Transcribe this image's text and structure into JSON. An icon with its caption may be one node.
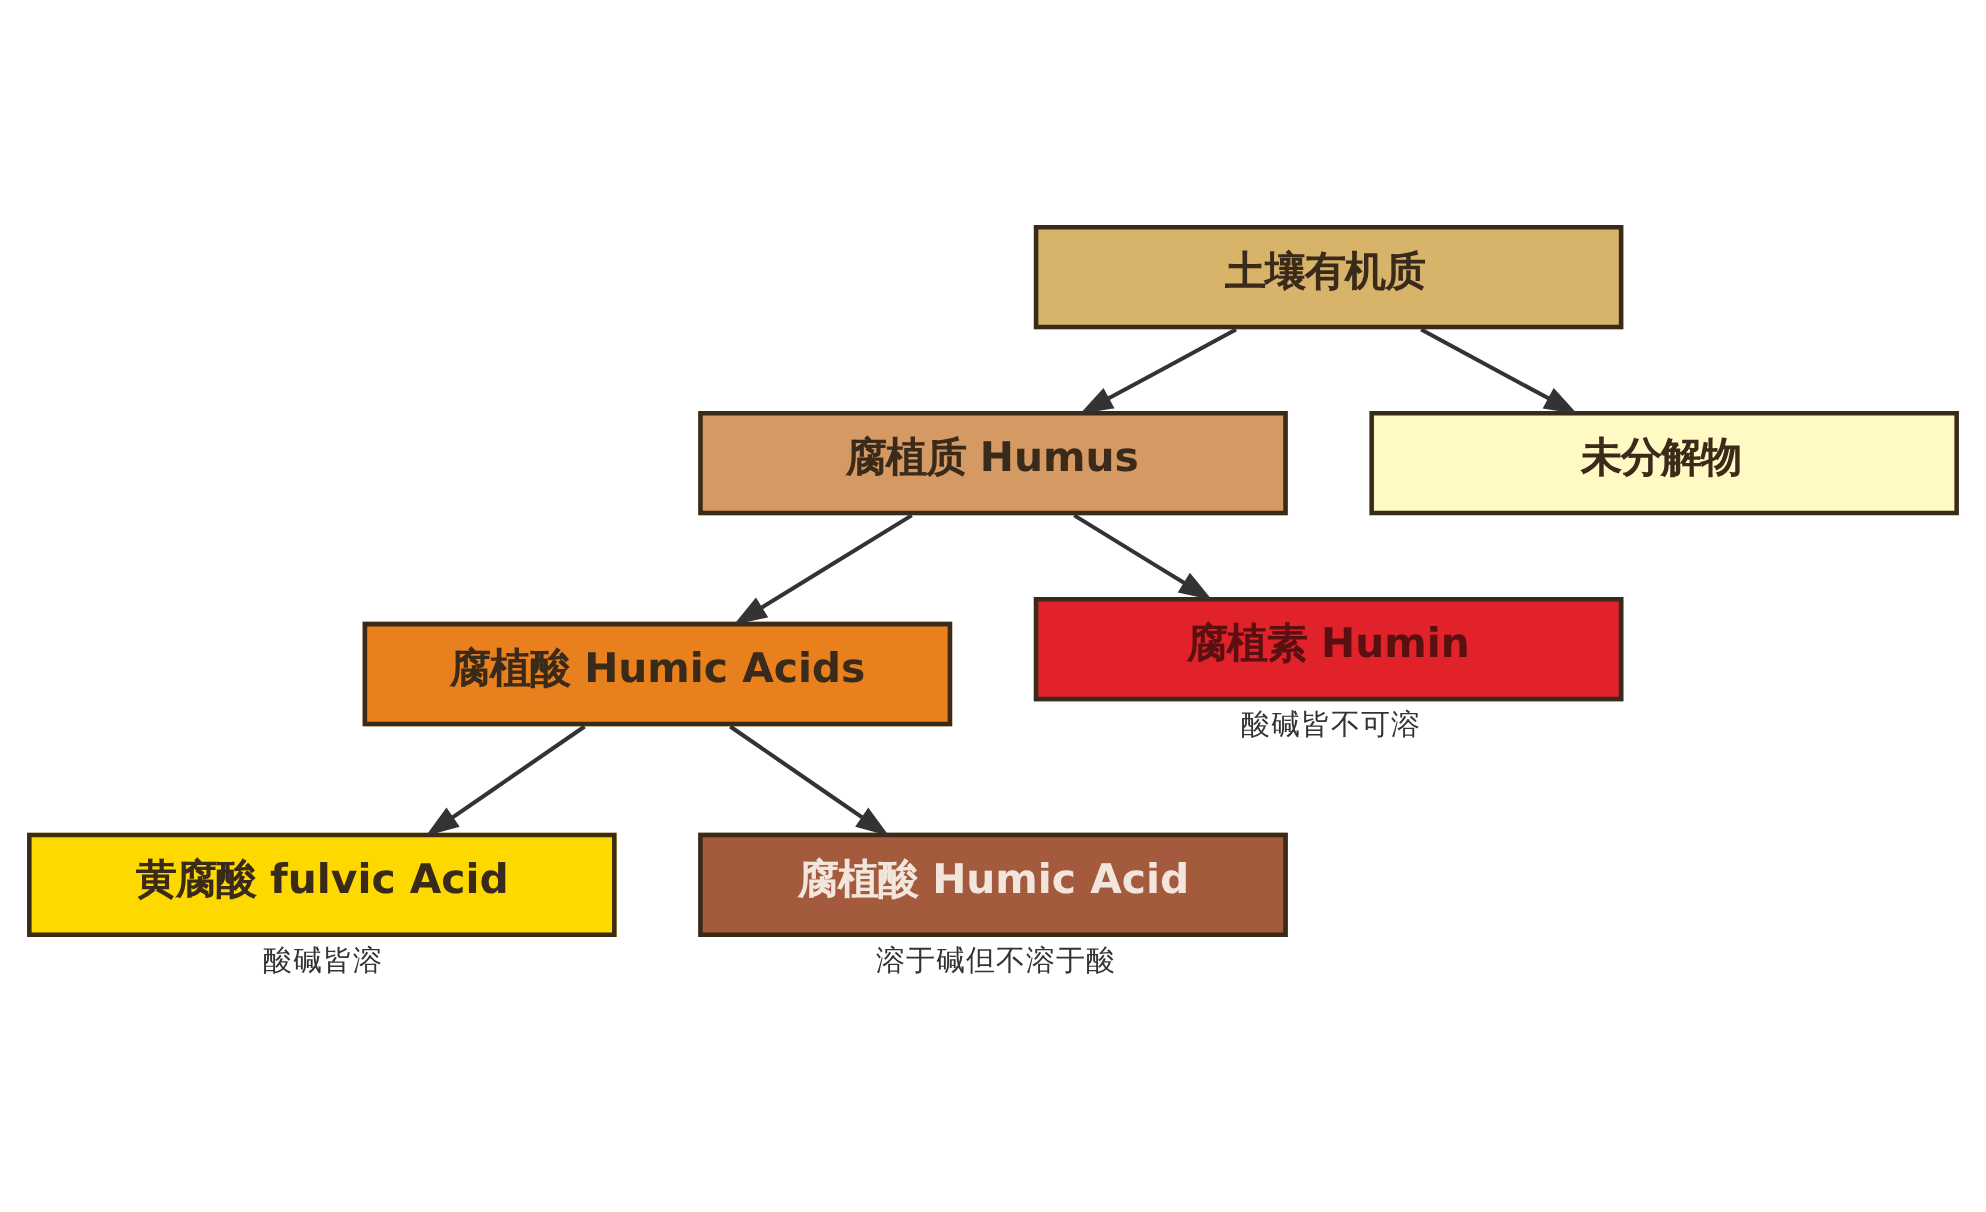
{
  "diagram": {
    "nodes": [
      {
        "text": [
          "土壤有机质"
        ]
      },
      {
        "text": [
          "腐植质 Humus"
        ]
      },
      {
        "text": [
          "未分解物"
        ]
      },
      {
        "text": [
          "腐植酸 Humic Acids"
        ]
      },
      {
        "text": [
          "腐植素 Humin"
        ],
        "beside": [
          "酸碱皆不可溶"
        ]
      },
      {
        "text": [
          "黄腐酸 fulvic Acid"
        ],
        "beside": [
          "酸碱皆溶"
        ]
      },
      {
        "text": [
          "腐植酸 Humic Acid"
        ],
        "beside": [
          "溶于碱但不溶于酸"
        ]
      }
    ],
    "edges": [
      {
        "from": 0,
        "to": 1,
        "arrow": "to"
      },
      {
        "from": 0,
        "to": 2,
        "arrow": "to"
      },
      {
        "from": 1,
        "to": 3,
        "arrow": "to"
      },
      {
        "from": 1,
        "to": 4,
        "arrow": "to"
      },
      {
        "from": 3,
        "to": 5,
        "arrow": "to"
      },
      {
        "from": 3,
        "to": 6,
        "arrow": "to"
      }
    ]
  }
}
